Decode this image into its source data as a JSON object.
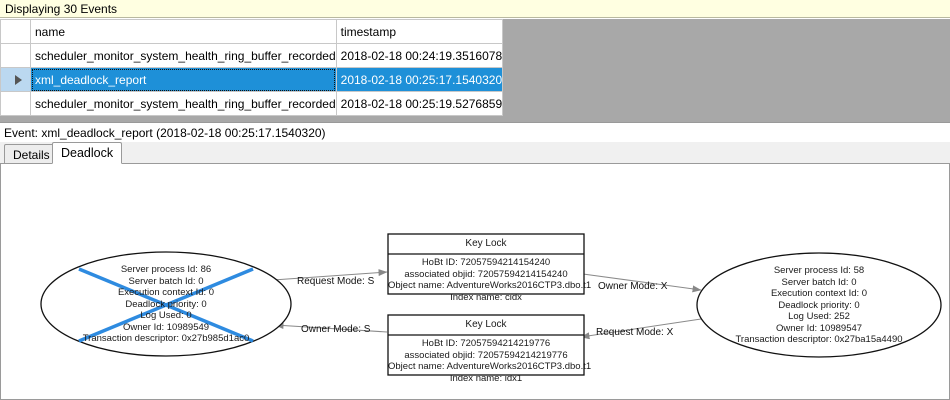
{
  "banner": {
    "text": "Displaying 30 Events"
  },
  "grid": {
    "columns": [
      "",
      "name",
      "timestamp"
    ],
    "rows": [
      {
        "marker": "",
        "name": "scheduler_monitor_system_health_ring_buffer_recorded",
        "timestamp": "2018-02-18 00:24:19.3516078",
        "selected": false
      },
      {
        "marker": "▶",
        "name": "xml_deadlock_report",
        "timestamp": "2018-02-18 00:25:17.1540320",
        "selected": true
      },
      {
        "marker": "",
        "name": "scheduler_monitor_system_health_ring_buffer_recorded",
        "timestamp": "2018-02-18 00:25:19.5276859",
        "selected": false
      }
    ],
    "selection_color": "#1E90D8"
  },
  "event_header": {
    "text": "Event: xml_deadlock_report (2018-02-18 00:25:17.1540320)"
  },
  "tabs": [
    {
      "label": "Details",
      "active": false
    },
    {
      "label": "Deadlock",
      "active": true
    }
  ],
  "deadlock": {
    "victim_cross_color": "#2E8BE0",
    "processes": [
      {
        "id": "left-process",
        "victim": true,
        "lines": [
          "Server process Id: 86",
          "Server batch Id: 0",
          "Execution context Id: 0",
          "Deadlock priority: 0",
          "Log Used: 0",
          "Owner Id: 10989549",
          "Transaction descriptor: 0x27b985d1ac0"
        ]
      },
      {
        "id": "right-process",
        "victim": false,
        "lines": [
          "Server process Id: 58",
          "Server batch Id: 0",
          "Execution context Id: 0",
          "Deadlock priority: 0",
          "Log Used: 252",
          "Owner Id: 10989547",
          "Transaction descriptor: 0x27ba15a4490"
        ]
      }
    ],
    "resources": [
      {
        "id": "top-key-lock",
        "title": "Key Lock",
        "lines": [
          "HoBt ID: 72057594214154240",
          "associated objid: 72057594214154240",
          "Object name: AdventureWorks2016CTP3.dbo.t1",
          "Index name: cidx"
        ]
      },
      {
        "id": "bottom-key-lock",
        "title": "Key Lock",
        "lines": [
          "HoBt ID: 72057594214219776",
          "associated objid: 72057594214219776",
          "Object name: AdventureWorks2016CTP3.dbo.t1",
          "Index name: idx1"
        ]
      }
    ],
    "edges": [
      {
        "id": "edge-left-request",
        "label": "Request Mode: S"
      },
      {
        "id": "edge-right-owner",
        "label": "Owner Mode: X"
      },
      {
        "id": "edge-left-owner",
        "label": "Owner Mode: S"
      },
      {
        "id": "edge-right-request",
        "label": "Request Mode: X"
      }
    ]
  }
}
